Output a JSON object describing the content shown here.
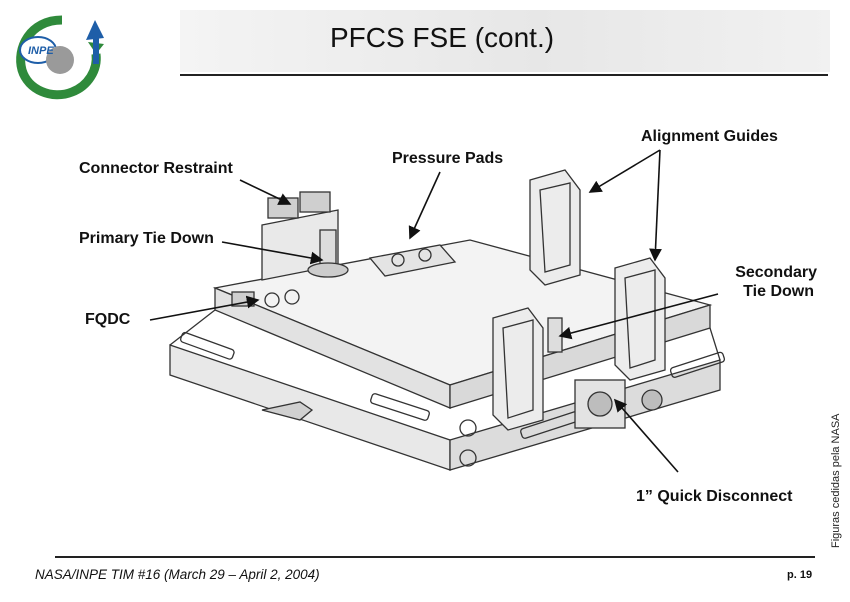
{
  "slide": {
    "title": "PFCS FSE (cont.)",
    "logo_text": "INPE",
    "labels": {
      "connector_restraint": "Connector Restraint",
      "pressure_pads": "Pressure Pads",
      "alignment_guides": "Alignment Guides",
      "primary_tie_down": "Primary Tie Down",
      "secondary_tie_down_line1": "Secondary",
      "secondary_tie_down_line2": "Tie Down",
      "fqdc": "FQDC",
      "quick_disconnect": "1” Quick Disconnect"
    },
    "side_credit": "Figuras cedidas pela NASA",
    "footer": {
      "meeting": "NASA/INPE TIM #16 (March 29 – April 2, 2004)",
      "page": "p. 19"
    }
  },
  "colors": {
    "logo_green": "#2f8a3b",
    "logo_blue": "#1e5ea8",
    "line": "#111111"
  },
  "icons": [
    "inpe-logo-icon"
  ]
}
